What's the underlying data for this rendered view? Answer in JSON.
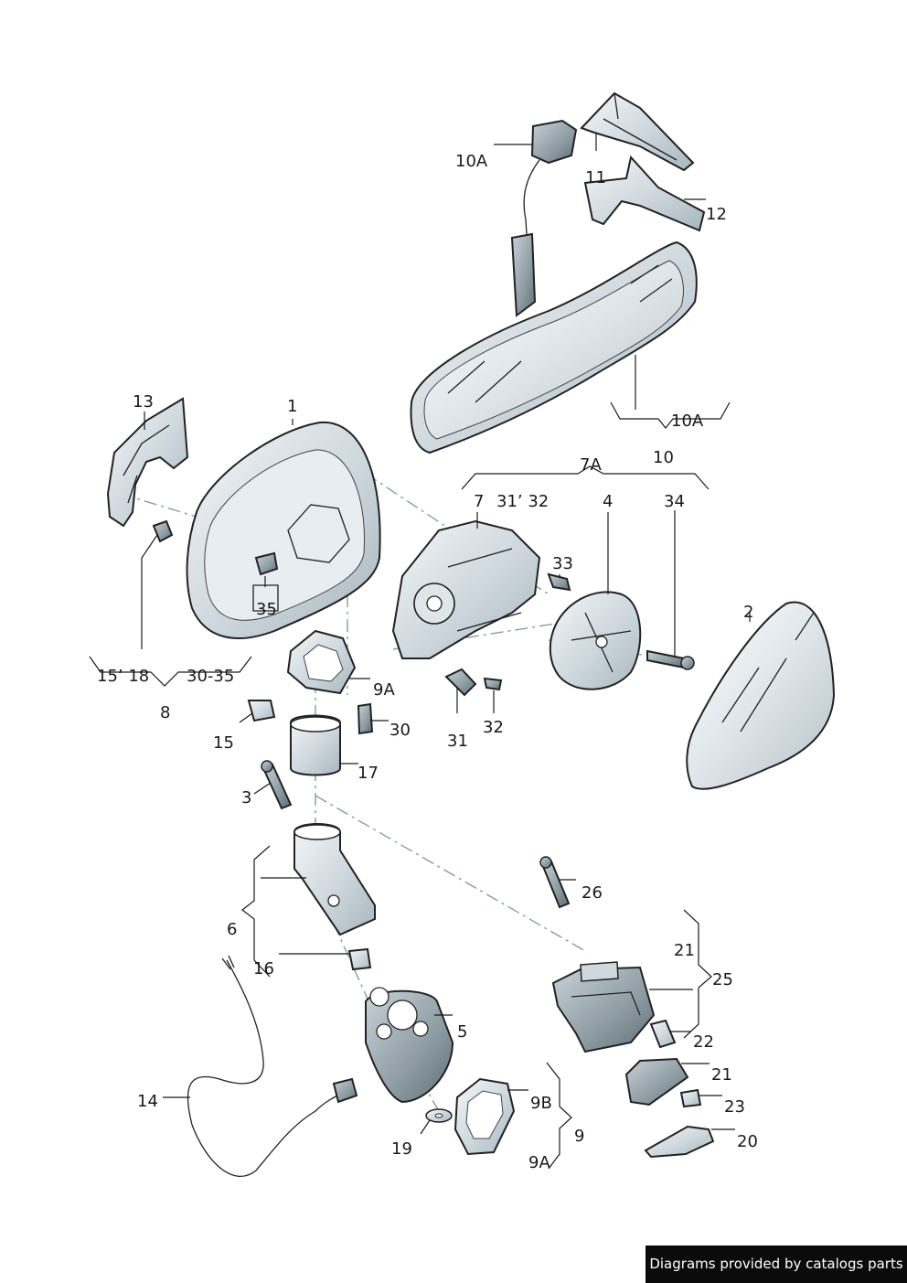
{
  "labels": {
    "l1": "1",
    "l2": "2",
    "l3": "3",
    "l4": "4",
    "l5": "5",
    "l6": "6",
    "l7": "7",
    "l7a": "7A",
    "l8": "8",
    "l9": "9",
    "l9a_top": "9A",
    "l9a_bottom": "9A",
    "l9b": "9B",
    "l10": "10",
    "l10a_top": "10A",
    "l10a_bottom": "10A",
    "l11": "11",
    "l12": "12",
    "l13": "13",
    "l14": "14",
    "l15": "15",
    "l15_18": "15’ 18",
    "l16": "16",
    "l17": "17",
    "l19": "19",
    "l20": "20",
    "l21_top": "21",
    "l21_bottom": "21",
    "l22": "22",
    "l23": "23",
    "l25": "25",
    "l26": "26",
    "l30": "30",
    "l30_35": "30-35",
    "l31": "31",
    "l31_32": "31’ 32",
    "l32": "32",
    "l33": "33",
    "l34": "34",
    "l35": "35"
  },
  "footer": {
    "credit": "Diagrams provided by catalogs parts"
  },
  "colors": {
    "metal_light": "#f4f7f9",
    "metal_dark": "#a9b6be",
    "ink": "#1a1a1a",
    "axis": "#8a9aa2"
  }
}
